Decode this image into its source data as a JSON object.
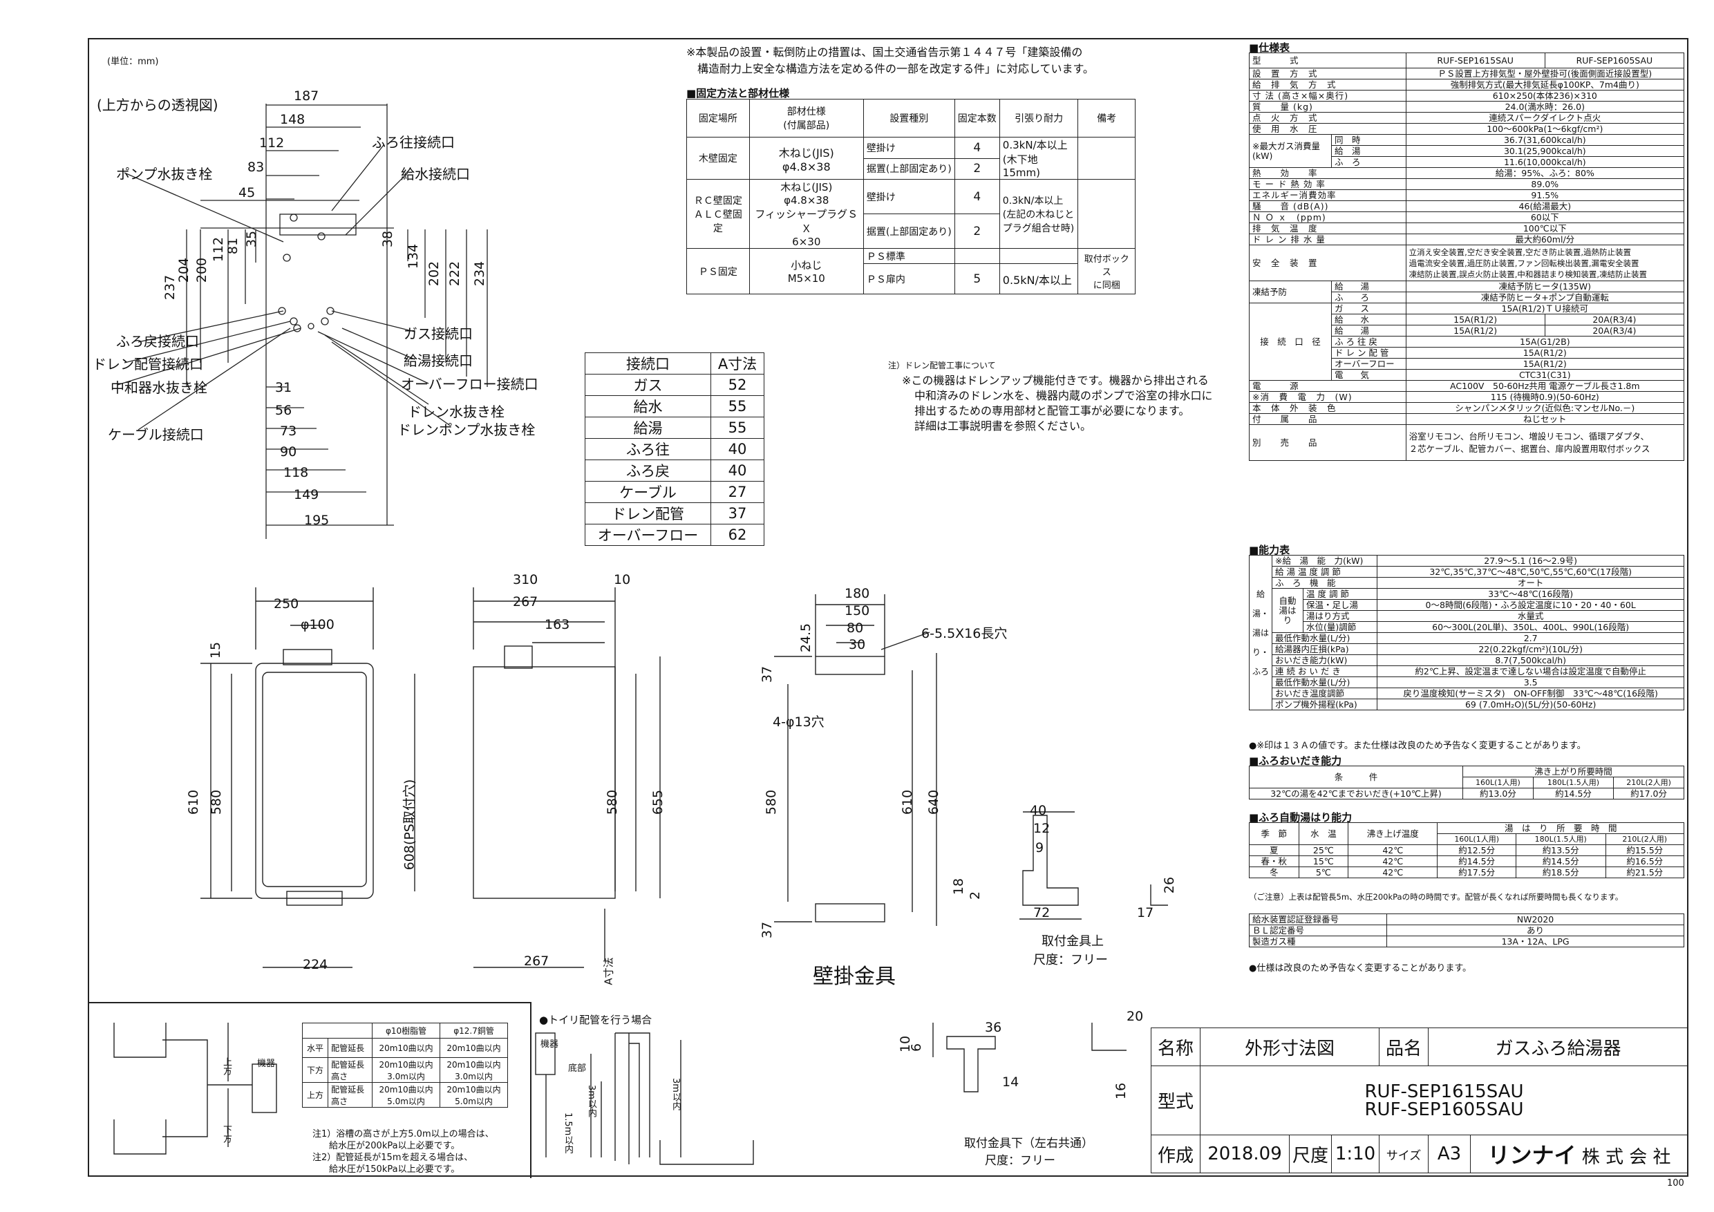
{
  "unit_note": "(単位：mm)",
  "top_view_title": "(上方からの透視図)",
  "top_view_labels": {
    "furo_out": "ふろ往接続口",
    "pump_drain": "ポンプ水抜き栓",
    "water_in": "給水接続口",
    "furo_ret": "ふろ戻接続口",
    "gas": "ガス接続口",
    "drain_pipe": "ドレン配管接続口",
    "hot_water": "給湯接続口",
    "neutralizer": "中和器水抜き栓",
    "overflow": "オーバーフロー接続口",
    "drain_plug": "ドレン水抜き栓",
    "drain_pump_plug": "ドレンポンプ水抜き栓",
    "cable": "ケーブル接続口"
  },
  "top_view_dims": {
    "h": [
      "187",
      "148",
      "112",
      "83",
      "45"
    ],
    "v_left": [
      "237",
      "204",
      "200",
      "112",
      "81",
      "35"
    ],
    "v_right": [
      "38",
      "134",
      "202",
      "222",
      "234"
    ],
    "bottom": [
      "31",
      "56",
      "73",
      "90",
      "118",
      "149",
      "195"
    ]
  },
  "a_table": {
    "headers": [
      "接続口",
      "A寸法"
    ],
    "rows": [
      [
        "ガス",
        "52"
      ],
      [
        "給水",
        "55"
      ],
      [
        "給湯",
        "55"
      ],
      [
        "ふろ往",
        "40"
      ],
      [
        "ふろ戻",
        "40"
      ],
      [
        "ケーブル",
        "27"
      ],
      [
        "ドレン配管",
        "37"
      ],
      [
        "オーバーフロー",
        "62"
      ]
    ]
  },
  "notice": [
    "※本製品の設置・転倒防止の措置は、国土交通省告示第１４４７号「建築設備の",
    "構造耐力上安全な構造方法を定める件の一部を改定する件」に対応しています。"
  ],
  "fix_title": "■固定方法と部材仕様",
  "fix_table": {
    "headers": [
      "固定場所",
      "部材仕様\n(付属部品)",
      "設置種別",
      "固定本数",
      "引張り耐力",
      "備考"
    ],
    "r1": {
      "place": "木壁固定",
      "spec": "木ねじ(JIS)\nφ4.8×38",
      "types": [
        "壁掛け",
        "据置(上部固定あり)"
      ],
      "counts": [
        "4",
        "2"
      ],
      "force": "0.3kN/本以上\n(木下地15mm)"
    },
    "r2": {
      "place": "ＲＣ壁固定\nＡＬＣ壁固定",
      "spec": "木ねじ(JIS)\nφ4.8×38\nフィッシャープラグＳＸ\n6×30",
      "types": [
        "壁掛け",
        "据置(上部固定あり)"
      ],
      "counts": [
        "4",
        "2"
      ],
      "force": "0.3kN/本以上\n(左記の木ねじと\nプラグ組合せ時)"
    },
    "r3": {
      "place": "ＰＳ固定",
      "spec": "小ねじ\nM5×10",
      "types": [
        "ＰＳ標準",
        "ＰＳ扉内"
      ],
      "counts": [
        "",
        "5"
      ],
      "force": "0.5kN/本以上",
      "note": "取付ボックス\nに同梱"
    }
  },
  "drain_note": [
    "注）ドレン配管工事について",
    "※この機器はドレンアップ機能付きです。機器から排出される",
    "中和済みのドレン水を、機器内蔵のポンプで浴室の排水口に",
    "排出するための専用部材と配管工事が必要になります。",
    "詳細は工事説明書を参照ください。"
  ],
  "front_dims": {
    "w": "250",
    "pipe": "φ100",
    "h1": "610",
    "h2": "580",
    "top": "15",
    "ps": "608(PS取付穴)",
    "bottom": "224"
  },
  "side_dims": {
    "d": "310",
    "d2": "267",
    "d3": "163",
    "t": "10",
    "h1": "580",
    "h2": "655",
    "bottom": "267",
    "a": "A寸法"
  },
  "bracket_dims": {
    "w1": "180",
    "w2": "150",
    "w3": "80",
    "w4": "30",
    "h1": "24.5",
    "slot": "6-5.5X16長穴",
    "hole": "4-φ13穴",
    "v1": "37",
    "v2": "580",
    "v3": "610",
    "v4": "640",
    "v5": "37"
  },
  "bracket_title": "壁掛金具",
  "upper_bracket": {
    "d1": "40",
    "d2": "12",
    "d3": "9",
    "d4": "18",
    "d5": "2",
    "d6": "72",
    "d7": "26",
    "d8": "17",
    "title": "取付金具上",
    "scale": "尺度：フリー"
  },
  "lower_bracket": {
    "d1": "36",
    "d2": "10",
    "d3": "6",
    "d4": "14",
    "d5": "20",
    "d6": "16",
    "title": "取付金具下（左右共通）",
    "scale": "尺度：フリー"
  },
  "pipe_table": {
    "headers": [
      "",
      "",
      "φ10樹脂管",
      "φ12.7銅管"
    ],
    "rows": [
      [
        "水平",
        "配管延長",
        "20m10曲以内",
        "20m10曲以内"
      ],
      [
        "下方",
        "配管延長\n高さ",
        "20m10曲以内\n3.0m以内",
        "20m10曲以内\n3.0m以内"
      ],
      [
        "上方",
        "配管延長\n高さ",
        "20m10曲以内\n5.0m以内",
        "20m10曲以内\n5.0m以内"
      ]
    ],
    "notes": [
      "注1）浴槽の高さが上方5.0m以上の場合は、",
      "給水圧が200kPa以上必要です。",
      "注2）配管延長が15mを超える場合は、",
      "給水圧が150kPa以上必要です。"
    ],
    "labels": {
      "up": "上方",
      "down": "下方",
      "unit": "機器"
    }
  },
  "trough_title": "●トイリ配管を行う場合",
  "trough_labels": {
    "unit": "機器",
    "bottom": "底部",
    "h1": "3m以内",
    "h2": "1.5m以内",
    "h3": "3m以内"
  },
  "spec_title": "■仕様表",
  "spec": {
    "model_label": "型　　　式",
    "models": [
      "RUF-SEP1615SAU",
      "RUF-SEP1605SAU"
    ],
    "rows": [
      [
        "設　置　方　式",
        "ＰＳ設置上方排気型・屋外壁掛可(後面側面近接設置型)"
      ],
      [
        "給　排　気　方　式",
        "強制排気方式(最大排気延長φ100KP、7m4曲り)"
      ],
      [
        "寸 法 (高さ×幅×奥行)",
        "610×250(本体236)×310"
      ],
      [
        "質　　量 (kg)",
        "24.0(満水時：26.0)"
      ],
      [
        "点　火　方　式",
        "連続スパークダイレクト点火"
      ],
      [
        "使　用　水　圧",
        "100～600kPa(1～6kgf/cm²)"
      ],
      [
        "熱　　効　　率",
        "給湯：95%、ふろ：80%"
      ],
      [
        "モ ー ド 熱 効 率",
        "89.0%"
      ],
      [
        "エネルギー消費効率",
        "91.5%"
      ],
      [
        "騒　　音 (dB(A))",
        "46(給湯最大)"
      ],
      [
        "Ｎ Ｏ ｘ　(ppm)",
        "60以下"
      ],
      [
        "排　気　温　度",
        "100℃以下"
      ],
      [
        "ド レ ン 排 水 量",
        "最大約60ml/分"
      ]
    ],
    "gas_label": "※最大ガス消費量\n(kW)",
    "gas_rows": [
      [
        "同　時",
        "36.7(31,600kcal/h)"
      ],
      [
        "給　湯",
        "30.1(25,900kcal/h)"
      ],
      [
        "ふ　ろ",
        "11.6(10,000kcal/h)"
      ]
    ],
    "safety_label": "安　全　装　置",
    "safety": [
      "立消え安全装置,空だき安全装置,空だき防止装置,過熱防止装置",
      "過電流安全装置,過圧防止装置,ファン回転検出装置,漏電安全装置",
      "凍結防止装置,誤点火防止装置,中和器詰まり検知装置,凍結防止装置"
    ],
    "freeze_label": "凍結予防",
    "freeze": [
      [
        "給　　湯",
        "凍結予防ヒータ(135W)"
      ],
      [
        "ふ　　ろ",
        "凍結予防ヒータ+ポンプ自動運転"
      ]
    ],
    "conn_label": "接　続　口　径",
    "conn": [
      [
        "ガ　　ス",
        "15A(R1/2)ＴＵ接続可",
        ""
      ],
      [
        "給　　水",
        "15A(R1/2)",
        "20A(R3/4)"
      ],
      [
        "給　　湯",
        "15A(R1/2)",
        "20A(R3/4)"
      ],
      [
        "ふ ろ 往 戻",
        "15A(G1/2B)",
        ""
      ],
      [
        "ド レ ン 配 管",
        "15A(R1/2)",
        ""
      ],
      [
        "オーバーフロー",
        "15A(R1/2)",
        ""
      ],
      [
        "電　　気",
        "CTC31(C31)",
        ""
      ]
    ],
    "tail": [
      [
        "電　　　源",
        "AC100V　50-60Hz共用 電源ケーブル長さ1.8m"
      ],
      [
        "※消　費　電　力　(W)",
        "115 (待機時0.9)(50-60Hz)"
      ],
      [
        "本　体　外　装　色",
        "シャンパンメタリック(近似色:マンセルNo.－)"
      ],
      [
        "付　　属　　品",
        "ねじセット"
      ],
      [
        "別　　売　　品",
        "浴室リモコン、台所リモコン、増設リモコン、循環アダプタ、\n２芯ケーブル、配管カバー、据置台、扉内設置用取付ボックス"
      ]
    ]
  },
  "perf_title": "■能力表",
  "perf": {
    "rows": [
      [
        "※給　湯　能　力(kW)",
        "27.9～5.1 (16～2.9号)"
      ],
      [
        "給 湯 温 度 調 節",
        "32℃,35℃,37℃～48℃,50℃,55℃,60℃(17段階)"
      ],
      [
        "ふ　ろ　機　能",
        "オート"
      ]
    ],
    "auto": [
      [
        "温 度 調 節",
        "33℃～48℃(16段階)"
      ],
      [
        "保温・足し湯",
        "0～8時間(6段階)・ふろ設定温度に10・20・40・60L"
      ],
      [
        "湯はり方式",
        "水量式"
      ],
      [
        "水位(量)調節",
        "60～300L(20L単)、350L、400L、990L(16段階)"
      ]
    ],
    "auto_label": "自動\n湯はり",
    "rows2": [
      [
        "最低作動水量(L/分)",
        "2.7"
      ],
      [
        "給湯器内圧損(kPa)",
        "22(0.22kgf/cm²)(10L/分)"
      ],
      [
        "おいだき能力(kW)",
        "8.7(7,500kcal/h)"
      ],
      [
        "連 続 お い だ き",
        "約2℃上昇、設定温まで達しない場合は設定温度で自動停止"
      ],
      [
        "最低作動水量(L/分)",
        "3.5"
      ],
      [
        "おいだき温度調節",
        "戻り温度検知(サーミスタ)　ON-OFF制御　33℃～48℃(16段階)"
      ],
      [
        "ポンプ機外揚程(kPa)",
        "69 (7.0mH₂O)(5L/分)(50-60Hz)"
      ]
    ],
    "side_label": "給湯・湯はり・ふろ",
    "note": "●※印は１３Ａの値です。また仕様は改良のため予告なく変更することがあります。"
  },
  "reheat_title": "■ふろおいだき能力",
  "reheat": {
    "cond": "条　　　件",
    "time_hdr": "沸き上がり所要時間",
    "caps": [
      "160L(1人用)",
      "180L(1.5人用)",
      "210L(2人用)"
    ],
    "row": "32℃の湯を42℃までおいだき(+10℃上昇)",
    "vals": [
      "約13.0分",
      "約14.5分",
      "約17.0分"
    ]
  },
  "fill_title": "■ふろ自動湯はり能力",
  "fill": {
    "headers": [
      "季　節",
      "水　温",
      "沸き上げ温度",
      "湯　は　り　所　要　時　間"
    ],
    "caps": [
      "160L(1人用)",
      "180L(1.5人用)",
      "210L(2人用)"
    ],
    "rows": [
      [
        "夏",
        "25℃",
        "42℃",
        "約12.5分",
        "約13.5分",
        "約15.5分"
      ],
      [
        "春・秋",
        "15℃",
        "42℃",
        "約14.5分",
        "約14.5分",
        "約16.5分"
      ],
      [
        "冬",
        "5℃",
        "42℃",
        "約17.5分",
        "約18.5分",
        "約21.5分"
      ]
    ],
    "note": "（ご注意）上表は配管長5m、水圧200kPaの時の時間です。配管が長くなれば所要時間も長くなります。"
  },
  "cert": [
    [
      "給水装置認証登録番号",
      "NW2020"
    ],
    [
      "ＢＬ認定番号",
      "あり"
    ],
    [
      "製造ガス種",
      "13A・12A、LPG"
    ]
  ],
  "cert_note": "●仕様は改良のため予告なく変更することがあります。",
  "title_block": {
    "name_label": "名称",
    "name": "外形寸法図",
    "product_label": "品名",
    "product": "ガスふろ給湯器",
    "model_label": "型式",
    "models": [
      "RUF-SEP1615SAU",
      "RUF-SEP1605SAU"
    ],
    "made_label": "作成",
    "date": "2018.09",
    "scale_label": "尺度",
    "scale": "1:10",
    "size_label": "サイズ",
    "size": "A3",
    "company": "リンナイ",
    "company_suffix": "株 式 会 社"
  },
  "page_no": "100"
}
